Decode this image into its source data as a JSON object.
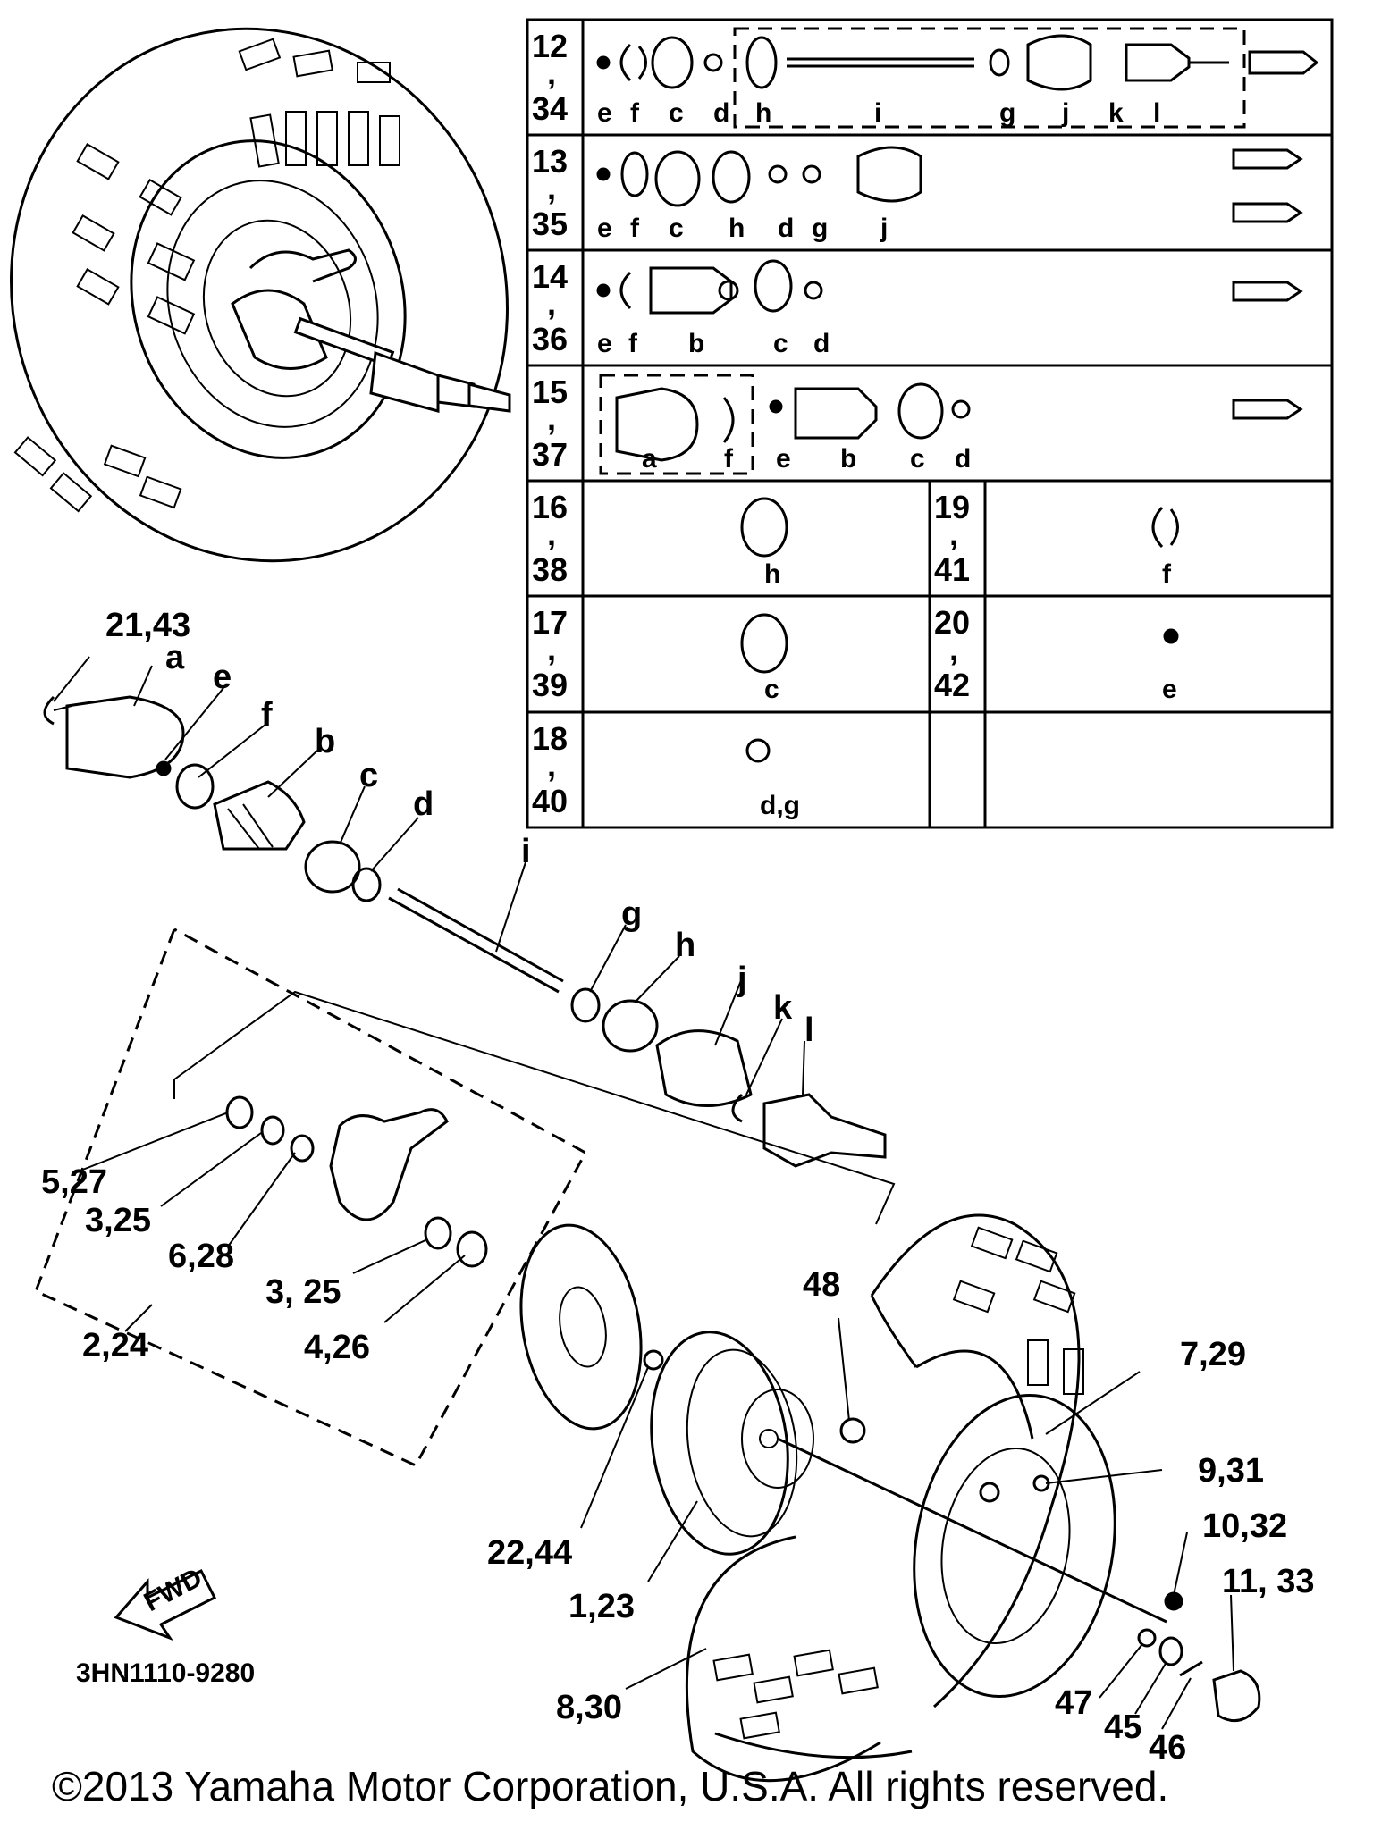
{
  "callouts": {
    "c_21_43": "21,43",
    "a": "a",
    "e": "e",
    "f": "f",
    "b": "b",
    "c": "c",
    "d": "d",
    "i": "i",
    "g": "g",
    "h": "h",
    "j": "j",
    "k": "k",
    "l": "l",
    "c_5_27": "5,27",
    "c_3_25_a": "3,25",
    "c_6_28": "6,28",
    "c_3_25_b": "3, 25",
    "c_4_26": "4,26",
    "c_2_24": "2,24",
    "c_48": "48",
    "c_7_29": "7,29",
    "c_9_31": "9,31",
    "c_10_32": "10,32",
    "c_11_33": "11, 33",
    "c_22_44": "22,44",
    "c_1_23": "1,23",
    "c_8_30": "8,30",
    "c_47": "47",
    "c_45": "45",
    "c_46": "46"
  },
  "fwd_label": "FWD",
  "part_code": "3HN1110-9280",
  "copyright": "©2013 Yamaha Motor Corporation, U.S.A. All rights reserved.",
  "kit_table": {
    "rows": [
      {
        "ref": [
          "12",
          ",",
          "34"
        ],
        "letters": [
          "e",
          "f",
          "c",
          "d",
          "h",
          "i",
          "g",
          "j",
          "k",
          "l"
        ]
      },
      {
        "ref": [
          "13",
          ",",
          "35"
        ],
        "letters": [
          "e",
          "f",
          "c",
          "h",
          "d",
          "g",
          "j"
        ]
      },
      {
        "ref": [
          "14",
          ",",
          "36"
        ],
        "letters": [
          "e",
          "f",
          "b",
          "c",
          "d"
        ]
      },
      {
        "ref": [
          "15",
          ",",
          "37"
        ],
        "letters": [
          "a",
          "f",
          "e",
          "b",
          "c",
          "d"
        ]
      },
      {
        "ref": [
          "16",
          ",",
          "38"
        ],
        "letters": [
          "h"
        ],
        "ref2": [
          "19",
          ",",
          "41"
        ],
        "letters2": [
          "f"
        ]
      },
      {
        "ref": [
          "17",
          ",",
          "39"
        ],
        "letters": [
          "c"
        ],
        "ref2": [
          "20",
          ",",
          "42"
        ],
        "letters2": [
          "e"
        ]
      },
      {
        "ref": [
          "18",
          ",",
          "40"
        ],
        "letters": [
          "d,g"
        ]
      }
    ]
  }
}
